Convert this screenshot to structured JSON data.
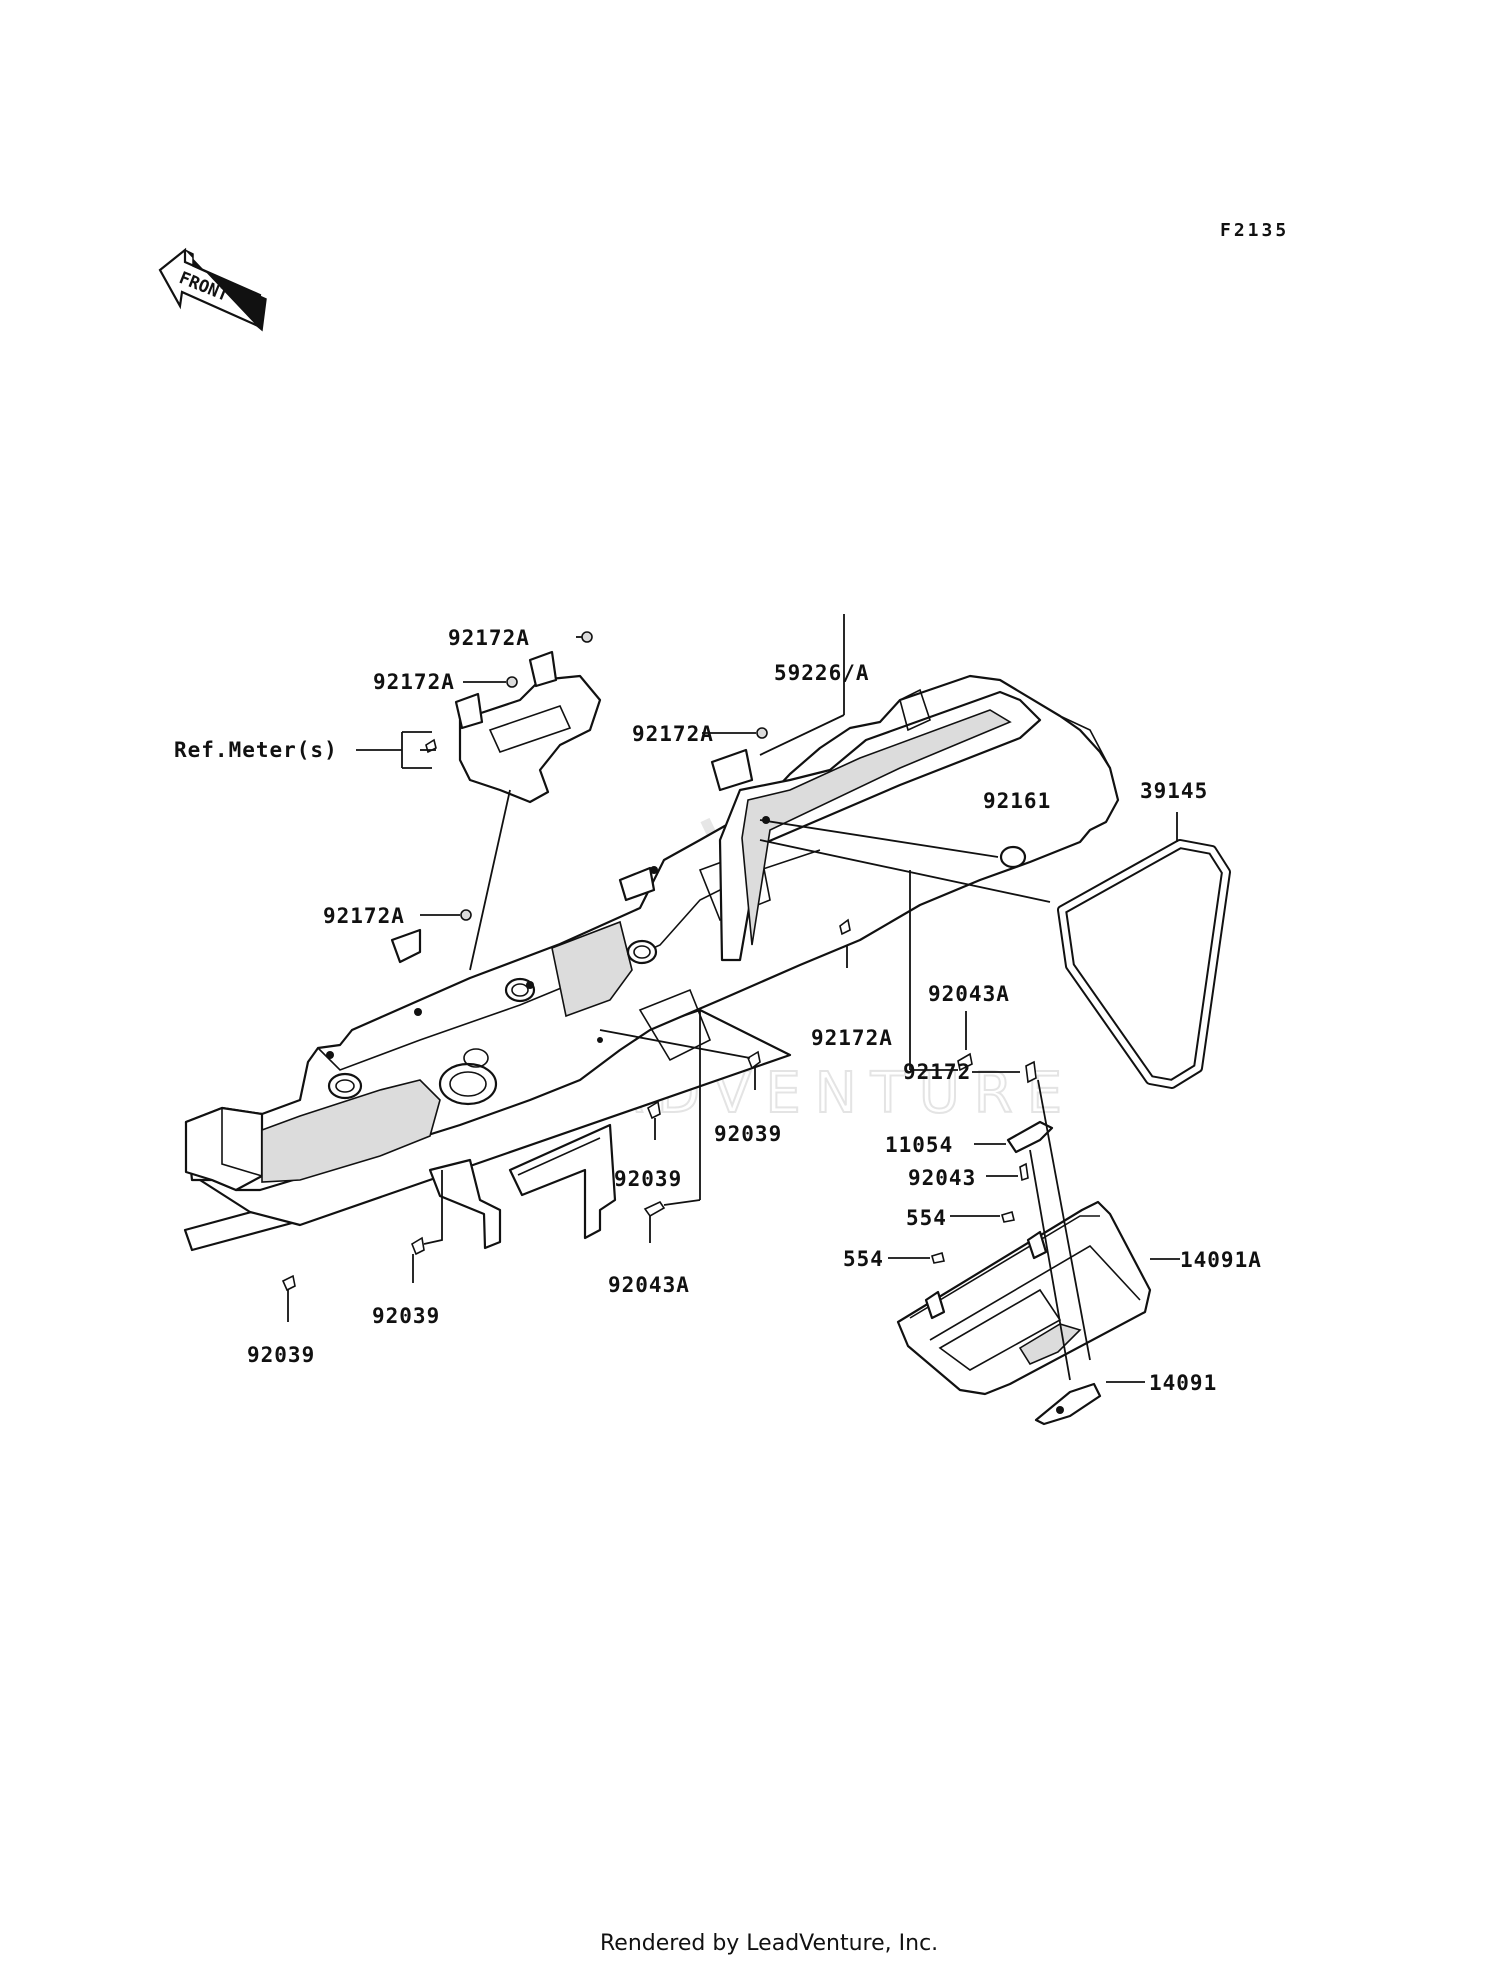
{
  "diagram": {
    "code": "F2135",
    "front_label": "FRONT",
    "watermark": "LEADVENTURE",
    "credit": "Rendered by LeadVenture, Inc.",
    "callouts": {
      "c1": "92172A",
      "c2": "92172A",
      "c3": "59226/A",
      "c4": "92172A",
      "c5": "Ref.Meter(s)",
      "c6": "92161",
      "c7": "39145",
      "c8": "92172A",
      "c9": "92043A",
      "c10": "92172A",
      "c11": "92172",
      "c12": "92039",
      "c13": "92039",
      "c14": "11054",
      "c15": "92043",
      "c16": "554",
      "c17": "554",
      "c18": "14091A",
      "c19": "92043A",
      "c20": "92039",
      "c21": "92039",
      "c22": "14091"
    }
  }
}
